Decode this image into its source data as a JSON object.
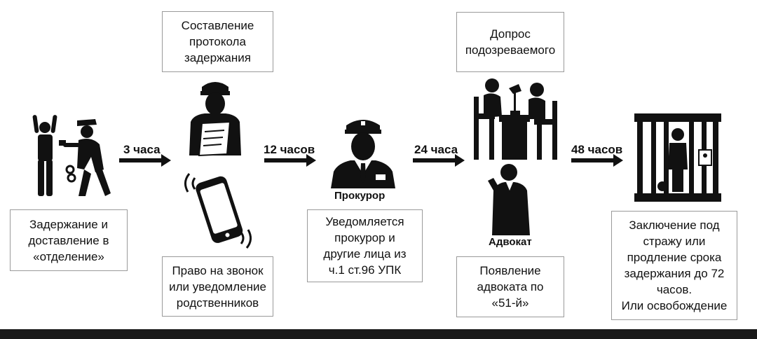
{
  "stages": [
    {
      "caption": "Задержание и\nдоставление в\n«отделение»"
    },
    {
      "caption": "Составление\nпротокола\nзадержания",
      "caption2": "Право на звонок\nили уведомление\nродственников"
    },
    {
      "caption": "Уведомляется\nпрокурор и\nдругие лица из\nч.1 ст.96 УПК",
      "person_label": "Прокурор"
    },
    {
      "caption": "Допрос\nподозреваемого",
      "caption2": "Появление\nадвоката по\n«51-й»",
      "person_label": "Адвокат"
    },
    {
      "caption": "Заключение под\nстражу или\nпродление срока\nзадержания до 72\nчасов.\nИли освобождение"
    }
  ],
  "timings": [
    "3 часа",
    "12 часов",
    "24 часа",
    "48 часов"
  ],
  "icons": [
    "arrest-icon",
    "police-officer-icon",
    "ringing-phone-icon",
    "prosecutor-icon",
    "interrogation-icon",
    "lawyer-icon",
    "prison-cell-icon"
  ],
  "colors": {
    "ink": "#111111",
    "box_border": "#9a9a9a",
    "bar": "#1a1a1a"
  }
}
